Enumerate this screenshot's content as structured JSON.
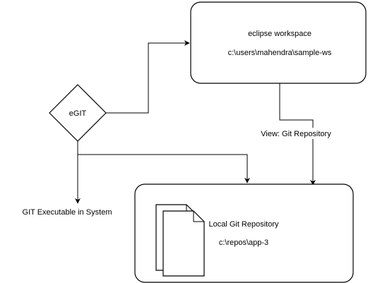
{
  "workspace": {
    "title": "eclipse workspace",
    "path": "c:\\users\\mahendra\\sample-ws"
  },
  "egit": {
    "label": "eGIT"
  },
  "edge_label": "View: Git Repository",
  "git_executable": {
    "label": "GIT Executable in System"
  },
  "local_repo": {
    "title": "Local Git Repository",
    "path": "c:\\repos\\app-3"
  }
}
